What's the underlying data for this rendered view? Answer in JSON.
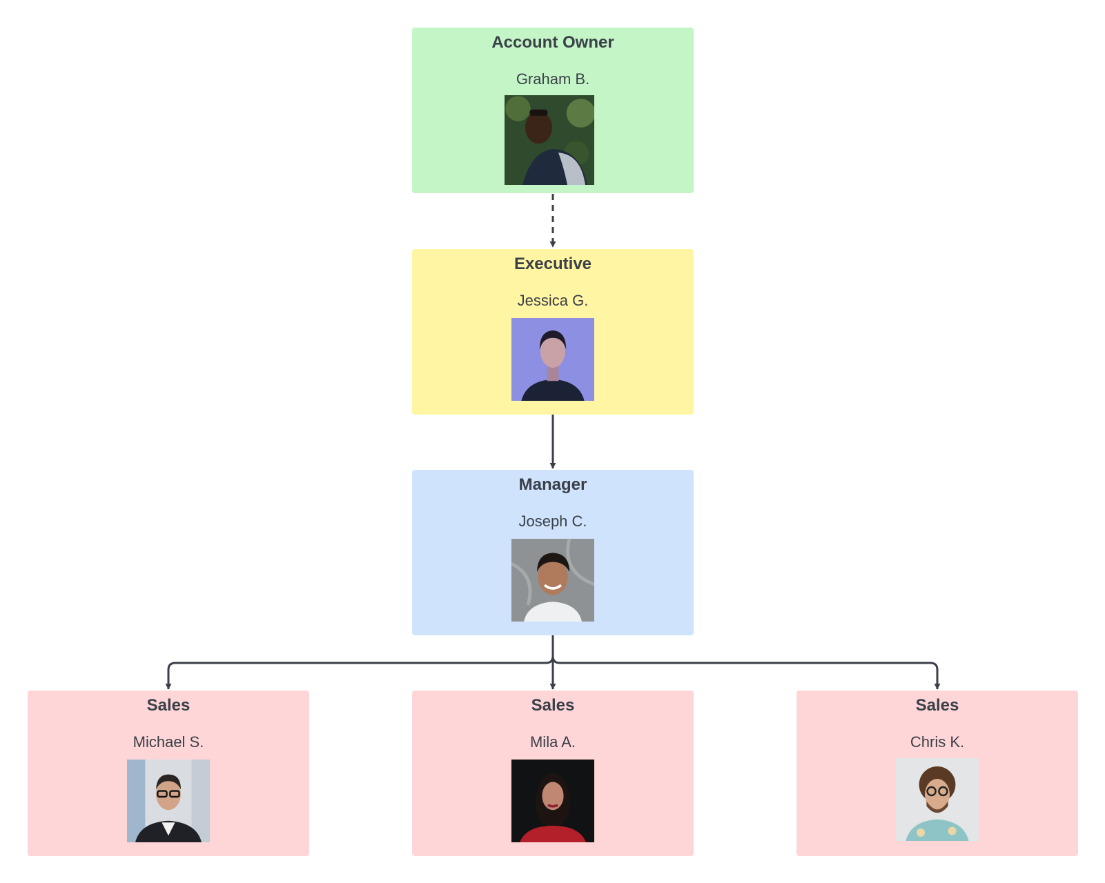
{
  "colors": {
    "account_owner": "#c3f5c6",
    "executive": "#fff5a3",
    "manager": "#cfe4fc",
    "sales": "#ffd6d8",
    "connector": "#3a3f48"
  },
  "nodes": {
    "account_owner": {
      "role": "Account Owner",
      "name": "Graham B.",
      "photo": "person-photo-icon"
    },
    "executive": {
      "role": "Executive",
      "name": "Jessica G.",
      "photo": "person-photo-icon"
    },
    "manager": {
      "role": "Manager",
      "name": "Joseph C.",
      "photo": "person-photo-icon"
    },
    "sales_1": {
      "role": "Sales",
      "name": "Michael S.",
      "photo": "person-photo-icon"
    },
    "sales_2": {
      "role": "Sales",
      "name": "Mila A.",
      "photo": "person-photo-icon"
    },
    "sales_3": {
      "role": "Sales",
      "name": "Chris K.",
      "photo": "person-photo-icon"
    }
  },
  "edges": [
    {
      "from": "account_owner",
      "to": "executive",
      "style": "dashed"
    },
    {
      "from": "executive",
      "to": "manager",
      "style": "solid"
    },
    {
      "from": "manager",
      "to": "sales_1",
      "style": "solid"
    },
    {
      "from": "manager",
      "to": "sales_2",
      "style": "solid"
    },
    {
      "from": "manager",
      "to": "sales_3",
      "style": "solid"
    }
  ]
}
